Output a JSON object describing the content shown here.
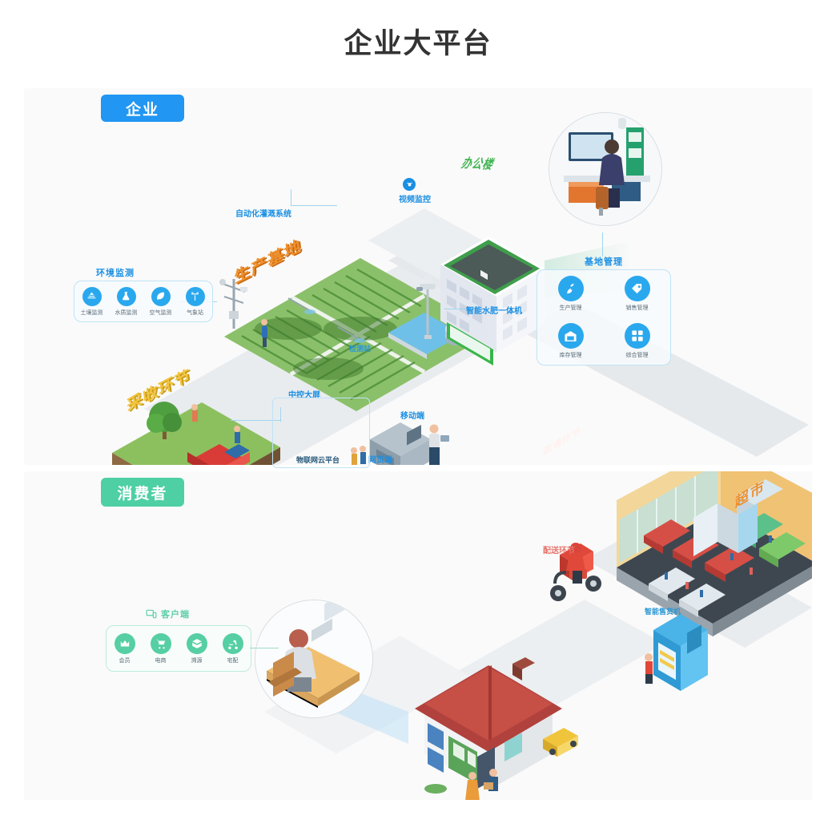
{
  "page": {
    "title": "企业大平台",
    "accent_blue": "#2196f3",
    "accent_green": "#4ecfa4",
    "panel_bg": "#fafafa"
  },
  "enterprise_section": {
    "badge": "企业",
    "environment_monitoring": {
      "title": "环境监测",
      "items": [
        {
          "label": "土壤监测",
          "icon": "soil-sensor-icon"
        },
        {
          "label": "水质监测",
          "icon": "flask-icon"
        },
        {
          "label": "空气监测",
          "icon": "leaf-icon"
        },
        {
          "label": "气象站",
          "icon": "weather-station-icon"
        }
      ]
    },
    "base_management": {
      "title": "基地管理",
      "items": [
        {
          "label": "生产管理",
          "icon": "sprout-hand-icon"
        },
        {
          "label": "销售管理",
          "icon": "price-tag-icon"
        },
        {
          "label": "库存管理",
          "icon": "warehouse-icon"
        },
        {
          "label": "综合管理",
          "icon": "grid-squares-icon"
        }
      ]
    },
    "labels": {
      "irrigation": "自动化灌溉系统",
      "video_monitor": "视频监控",
      "fertilizer_machine": "智能水肥一体机",
      "control_screen": "中控大屏",
      "iot_platform": "物联网云平台",
      "web_client": "网页端",
      "mobile_client": "移动端",
      "inspection_station": "检测站"
    },
    "scene_text": {
      "production_base": "生产基地",
      "harvest_stage": "采收环节",
      "office_building": "办公楼",
      "logistics_stage": "流通环节"
    }
  },
  "consumer_section": {
    "badge": "消费者",
    "client_panel": {
      "title": "客户端",
      "icon": "device-client-icon",
      "items": [
        {
          "label": "会员",
          "icon": "crown-icon"
        },
        {
          "label": "电商",
          "icon": "shopping-cart-icon"
        },
        {
          "label": "溯源",
          "icon": "package-trace-icon"
        },
        {
          "label": "宅配",
          "icon": "delivery-scooter-icon"
        }
      ]
    },
    "labels": {
      "delivery_stage": "配送环节",
      "vending_machine": "智能售货机"
    },
    "scene_text": {
      "supermarket": "超市"
    }
  }
}
